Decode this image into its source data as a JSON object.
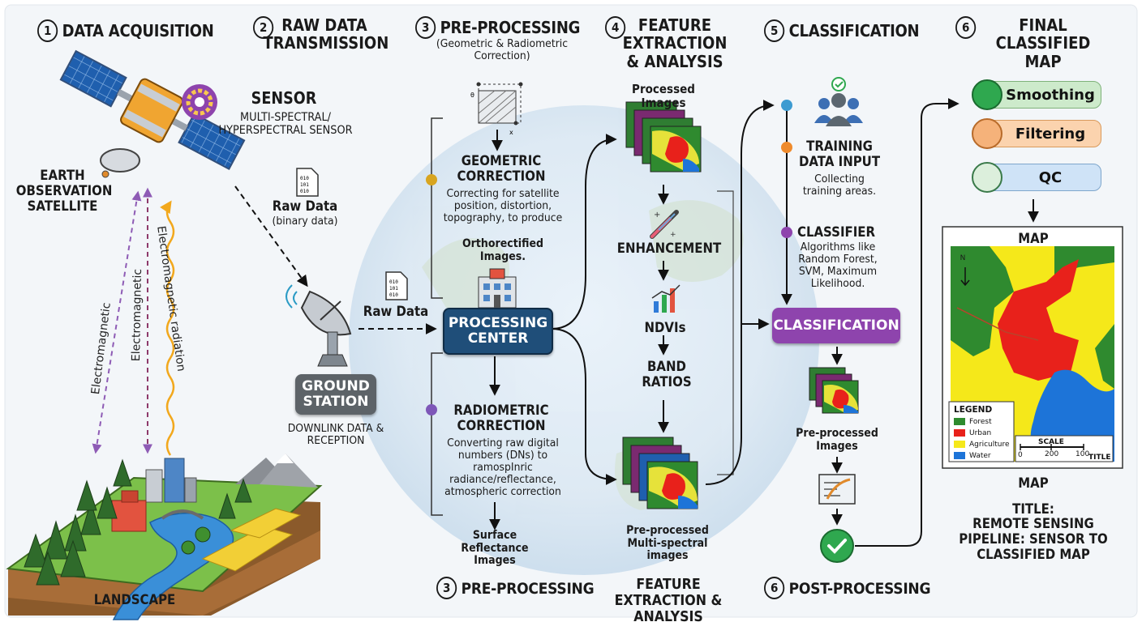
{
  "steps": [
    {
      "num": "1",
      "label": "DATA ACQUISITION"
    },
    {
      "num": "2",
      "label": "RAW DATA TRANSMISSION"
    },
    {
      "num": "3",
      "label": "PRE-PROCESSING",
      "sub": "(Geometric & Radiometric Correction)"
    },
    {
      "num": "4",
      "label": "FEATURE EXTRACTION & ANALYSIS"
    },
    {
      "num": "5",
      "label": "CLASSIFICATION"
    },
    {
      "num": "6",
      "label": "FINAL CLASSIFIED MAP"
    }
  ],
  "acquisition": {
    "sensor_title": "SENSOR",
    "sensor_desc": "MULTI-SPECTRAL/ HYPERSPECTRAL SENSOR",
    "satellite_label": "EARTH OBSERVATION SATELLITE",
    "beam1": "Electromagnetic",
    "beam2": "Electromagnetic",
    "beam3": "Electromagnetic radiation",
    "landscape_label": "LANDSCAPE"
  },
  "transmission": {
    "raw_data_title": "Raw Data",
    "raw_data_sub": "(binary data)",
    "ground_station": "GROUND STATION",
    "downlink": "DOWNLINK DATA & RECEPTION",
    "raw_data_arrow": "Raw Data"
  },
  "preprocessing": {
    "geometric_title": "GEOMETRIC CORRECTION",
    "geometric_desc": "Correcting for satellite position, distortion, topography, to produce",
    "geometric_result": "Orthorectified Images.",
    "processing_center": "PROCESSING CENTER",
    "radiometric_title": "RADIOMETRIC CORRECTION",
    "radiometric_desc": "Converting raw digital numbers (DNs) to ramospInric radiance/reflectance, atmospheric correction",
    "surface": "Surface Reflectance Images",
    "footer_num": "3",
    "footer_label": "PRE-PROCESSING"
  },
  "features": {
    "processed": "Processed Images",
    "enhancement": "ENHANCEMENT",
    "ndvi": "NDVIs",
    "band": "BAND RATIOS",
    "preprocessed": "Pre-processed Multi-spectral images",
    "footer_label": "FEATURE EXTRACTION & ANALYSIS"
  },
  "classification": {
    "training_title": "TRAINING DATA INPUT",
    "training_desc": "Collecting training areas.",
    "classifier_title": "CLASSIFIER",
    "classifier_desc": "Algorithms like Random Forest, SVM, Maximum Likelihood.",
    "button": "CLASSIFICATION",
    "preprocessed": "Pre-processed Images",
    "footer_num": "6",
    "footer_label": "POST-PROCESSING"
  },
  "final": {
    "smoothing": "Smoothing",
    "filtering": "Filtering",
    "qc": "QC",
    "map_title": "MAP",
    "legend_title": "LEGEND",
    "legend": [
      {
        "label": "Forest",
        "color": "#2e8b2e"
      },
      {
        "label": "Urban",
        "color": "#e8211b"
      },
      {
        "label": "Agriculture",
        "color": "#f5e81a"
      },
      {
        "label": "Water",
        "color": "#1d74d8"
      }
    ],
    "scale_label": "SCALE",
    "scale_0": "0",
    "scale_200": "200",
    "scale_100": "100",
    "map_corner_title": "TITLE",
    "north": "N",
    "map_caption": "MAP",
    "title_line": "TITLE:",
    "title_text": "REMOTE SENSING PIPELINE: SENSOR TO CLASSIFIED MAP"
  },
  "colors": {
    "processing_center": "#1f4e79",
    "ground_station": "#5d6368",
    "classification": "#8e44ad",
    "smoothing": "#cdeacb",
    "filtering": "#fbd3ae",
    "qc": "#cfe3f7"
  }
}
